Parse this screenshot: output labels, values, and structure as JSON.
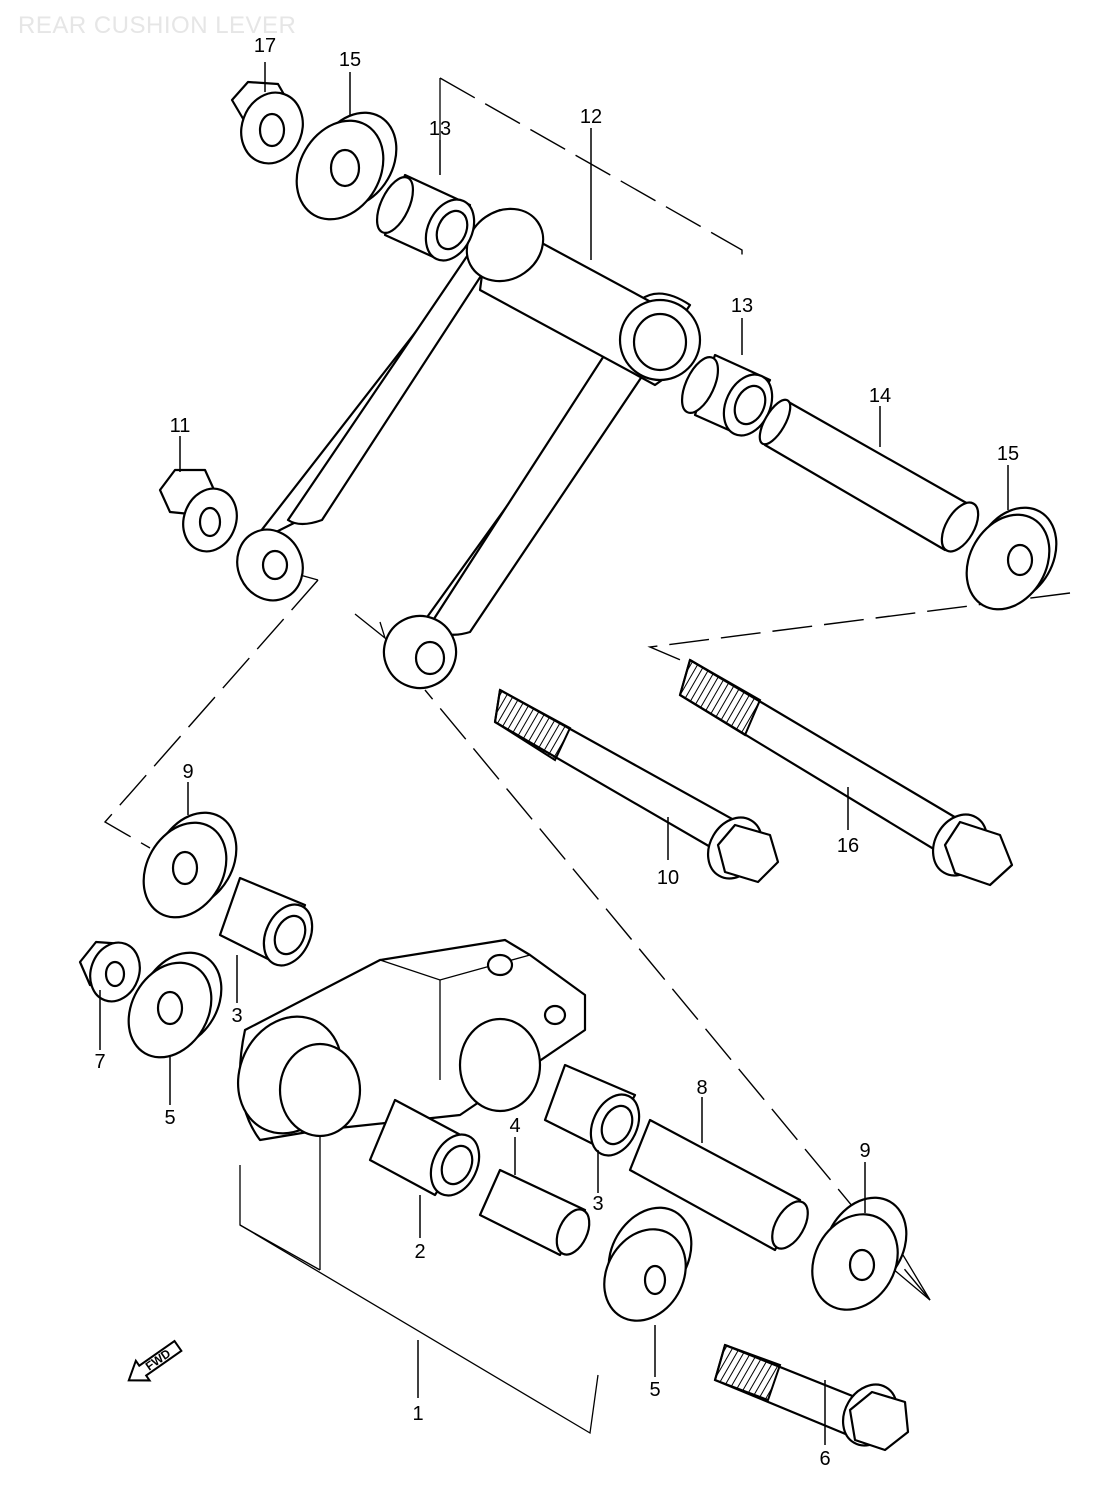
{
  "title": "REAR CUSHION LEVER",
  "direction_marker": "FWD",
  "callouts": [
    {
      "id": "17",
      "text": "17"
    },
    {
      "id": "15-top",
      "text": "15"
    },
    {
      "id": "13-top",
      "text": "13"
    },
    {
      "id": "12",
      "text": "12"
    },
    {
      "id": "13-right",
      "text": "13"
    },
    {
      "id": "14",
      "text": "14"
    },
    {
      "id": "15-right",
      "text": "15"
    },
    {
      "id": "11",
      "text": "11"
    },
    {
      "id": "9-left",
      "text": "9"
    },
    {
      "id": "10",
      "text": "10"
    },
    {
      "id": "16",
      "text": "16"
    },
    {
      "id": "3-left",
      "text": "3"
    },
    {
      "id": "7",
      "text": "7"
    },
    {
      "id": "5-left",
      "text": "5"
    },
    {
      "id": "8",
      "text": "8"
    },
    {
      "id": "4",
      "text": "4"
    },
    {
      "id": "9-right",
      "text": "9"
    },
    {
      "id": "3-right",
      "text": "3"
    },
    {
      "id": "2",
      "text": "2"
    },
    {
      "id": "1",
      "text": "1"
    },
    {
      "id": "5-bottom",
      "text": "5"
    },
    {
      "id": "6",
      "text": "6"
    }
  ]
}
